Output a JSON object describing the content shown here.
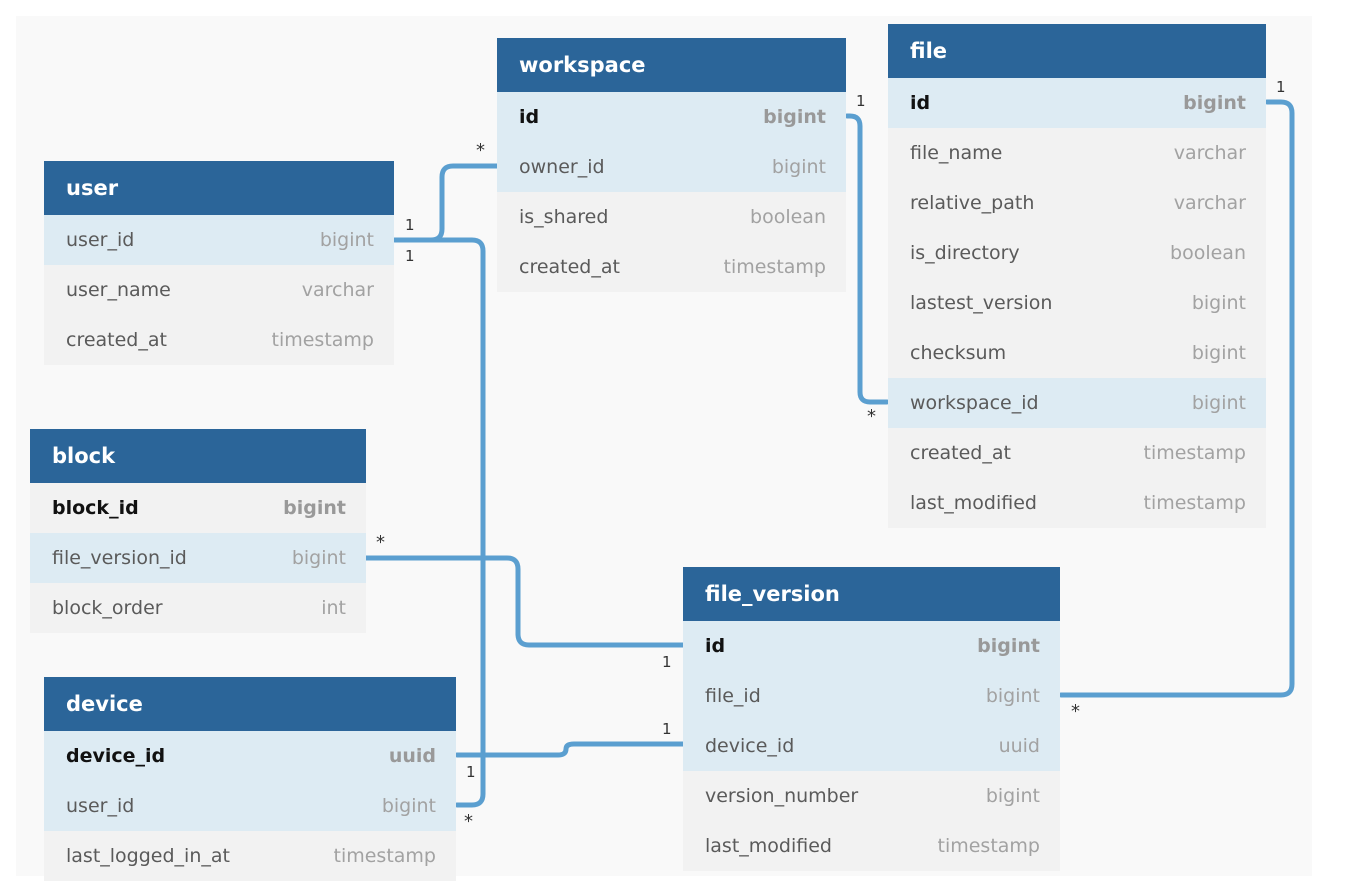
{
  "tables": {
    "workspace": {
      "name": "workspace",
      "columns": [
        {
          "name": "id",
          "type": "bigint"
        },
        {
          "name": "owner_id",
          "type": "bigint"
        },
        {
          "name": "is_shared",
          "type": "boolean"
        },
        {
          "name": "created_at",
          "type": "timestamp"
        }
      ]
    },
    "file": {
      "name": "file",
      "columns": [
        {
          "name": "id",
          "type": "bigint"
        },
        {
          "name": "file_name",
          "type": "varchar"
        },
        {
          "name": "relative_path",
          "type": "varchar"
        },
        {
          "name": "is_directory",
          "type": "boolean"
        },
        {
          "name": "lastest_version",
          "type": "bigint"
        },
        {
          "name": "checksum",
          "type": "bigint"
        },
        {
          "name": "workspace_id",
          "type": "bigint"
        },
        {
          "name": "created_at",
          "type": "timestamp"
        },
        {
          "name": "last_modified",
          "type": "timestamp"
        }
      ]
    },
    "user": {
      "name": "user",
      "columns": [
        {
          "name": "user_id",
          "type": "bigint"
        },
        {
          "name": "user_name",
          "type": "varchar"
        },
        {
          "name": "created_at",
          "type": "timestamp"
        }
      ]
    },
    "block": {
      "name": "block",
      "columns": [
        {
          "name": "block_id",
          "type": "bigint"
        },
        {
          "name": "file_version_id",
          "type": "bigint"
        },
        {
          "name": "block_order",
          "type": "int"
        }
      ]
    },
    "device": {
      "name": "device",
      "columns": [
        {
          "name": "device_id",
          "type": "uuid"
        },
        {
          "name": "user_id",
          "type": "bigint"
        },
        {
          "name": "last_logged_in_at",
          "type": "timestamp"
        }
      ]
    },
    "file_version": {
      "name": "file_version",
      "columns": [
        {
          "name": "id",
          "type": "bigint"
        },
        {
          "name": "file_id",
          "type": "bigint"
        },
        {
          "name": "device_id",
          "type": "uuid"
        },
        {
          "name": "version_number",
          "type": "bigint"
        },
        {
          "name": "last_modified",
          "type": "timestamp"
        }
      ]
    }
  },
  "relations": {
    "user_workspace": {
      "one": "1",
      "many": "*"
    },
    "user_device": {
      "one": "1",
      "many": "*"
    },
    "workspace_file": {
      "one": "1",
      "many": "*"
    },
    "file_file_version": {
      "one": "1",
      "many": "*"
    },
    "file_version_block": {
      "one": "1",
      "many": "*"
    },
    "device_file_version": {
      "one": "1",
      "many": "1"
    }
  },
  "colors": {
    "header": "#2b6599",
    "connector": "#5b9fd0",
    "row_highlight": "#ddebf3",
    "row_default": "#f2f2f2",
    "background": "#f9f9f9"
  }
}
